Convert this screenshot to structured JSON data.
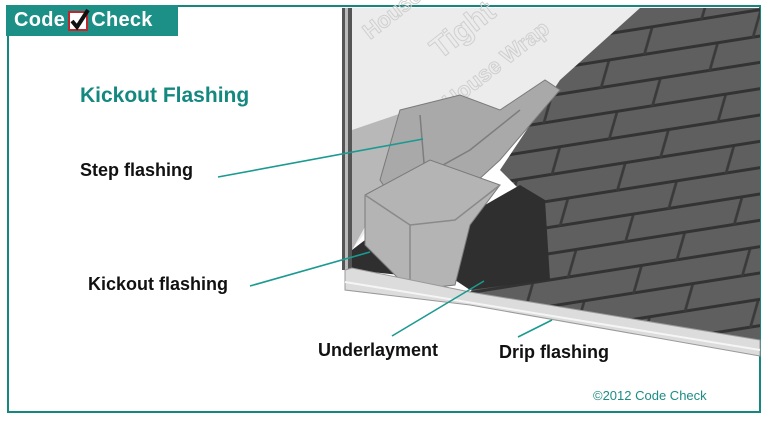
{
  "logo": {
    "word1": "Code",
    "word2": "Check",
    "icon": "checkbox-check-icon"
  },
  "title": "Kickout Flashing",
  "labels": {
    "step_flashing": "Step flashing",
    "kickout_flashing": "Kickout flashing",
    "underlayment": "Underlayment",
    "drip_flashing": "Drip flashing"
  },
  "house_wrap_text": [
    "House",
    "Tight",
    "House Wrap"
  ],
  "copyright": "©2012 Code Check",
  "colors": {
    "brand_teal": "#1c8f86",
    "leader_line": "#1a9a90",
    "check_red": "#c0262c"
  }
}
